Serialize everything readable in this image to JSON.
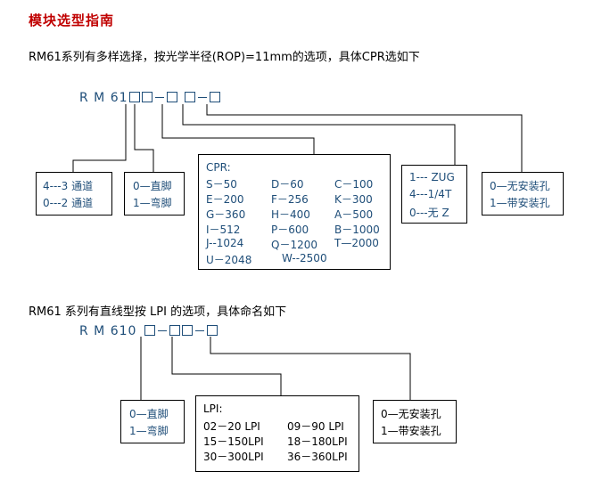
{
  "title": "模块选型指南",
  "section1": {
    "intro": "RM61系列有多样选择，按光学半径(ROP)=11mm的选项，具体CPR选如下",
    "code_prefix": "R M 61",
    "box_channels": [
      "4---3 通道",
      "0---2 通道"
    ],
    "box_pins": [
      "0—直脚",
      "1—弯脚"
    ],
    "cpr": {
      "label": "CPR:",
      "rows": [
        [
          "S－50",
          "D－60",
          "C－100"
        ],
        [
          "E－200",
          "F－256",
          "K－300"
        ],
        [
          "G－360",
          "H－400",
          "A－500"
        ],
        [
          "I－512",
          "P－600",
          "B－1000"
        ],
        [
          "J--1024",
          "Q－1200",
          "T—2000"
        ],
        [
          "U－2048",
          "W--2500",
          ""
        ]
      ]
    },
    "box_z": [
      "1--- ZUG",
      "4---1/4T",
      "0---无 Z"
    ],
    "box_mount": [
      "0—无安装孔",
      "1—带安装孔"
    ]
  },
  "section2": {
    "intro": "RM61 系列有直线型按 LPI 的选项，具体命名如下",
    "code_prefix": "R M 610",
    "box_pins": [
      "0—直脚",
      "1—弯脚"
    ],
    "lpi": {
      "label": "LPI:",
      "rows": [
        [
          "02－20  LPI",
          "09－90  LPI"
        ],
        [
          "15－150LPI",
          "18－180LPI"
        ],
        [
          "30－300LPI",
          "36－360LPI"
        ]
      ]
    },
    "box_mount": [
      "0—无安装孔",
      "1—带安装孔"
    ]
  }
}
